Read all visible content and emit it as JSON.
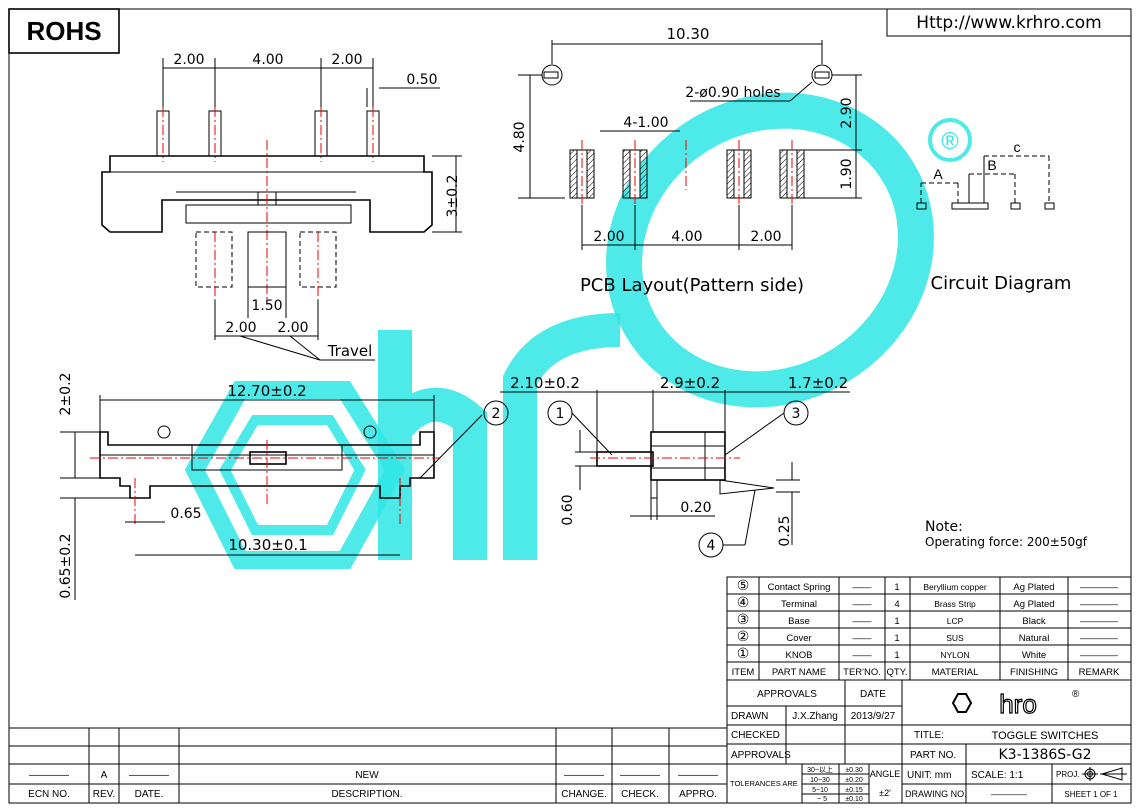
{
  "header": {
    "rohs": "ROHS",
    "url": "Http://www.krhro.com"
  },
  "watermark": {
    "text": "hro",
    "registered": "®",
    "color": "#2fe6e6"
  },
  "side_view": {
    "dims": [
      "2.00",
      "4.00",
      "2.00",
      "0.50",
      "3±0.2",
      "1.50",
      "2.00",
      "2.00"
    ],
    "travel_label": "Travel"
  },
  "pcb_layout": {
    "width": "10.30",
    "holes": "2-ø0.90 holes",
    "height": "4.80",
    "top_offset": "2.90",
    "pad_height": "1.90",
    "pad_width": "4-1.00",
    "pitch": [
      "2.00",
      "4.00",
      "2.00"
    ],
    "caption": "PCB Layout(Pattern side)"
  },
  "circuit": {
    "labels": [
      "A",
      "B",
      "c"
    ],
    "caption": "Circuit Diagram"
  },
  "top_view": {
    "dims": [
      "2±0.2",
      "12.70±0.2",
      "0.65",
      "10.30±0.1",
      "0.65±0.2"
    ],
    "callout": "2"
  },
  "end_view": {
    "dims": [
      "2.10±0.2",
      "2.9±0.2",
      "1.7±0.2",
      "0.60",
      "0.20",
      "0.25"
    ],
    "callouts": [
      "1",
      "3",
      "4"
    ]
  },
  "note": {
    "title": "Note:",
    "text": "Operating force: 200±50gf"
  },
  "bom": {
    "rows": [
      {
        "item": "⑤",
        "part": "Contact Spring",
        "ter": "——",
        "qty": "1",
        "material": "Beryllium copper",
        "finishing": "Ag Plated",
        "remark": "————"
      },
      {
        "item": "④",
        "part": "Terminal",
        "ter": "——",
        "qty": "4",
        "material": "Brass Strip",
        "finishing": "Ag Plated",
        "remark": "————"
      },
      {
        "item": "③",
        "part": "Base",
        "ter": "——",
        "qty": "1",
        "material": "LCP",
        "finishing": "Black",
        "remark": "————"
      },
      {
        "item": "②",
        "part": "Cover",
        "ter": "——",
        "qty": "1",
        "material": "SUS",
        "finishing": "Natural",
        "remark": "————"
      },
      {
        "item": "①",
        "part": "KNOB",
        "ter": "——",
        "qty": "1",
        "material": "NYLON",
        "finishing": "White",
        "remark": "————"
      }
    ],
    "headers": [
      "ITEM",
      "PART NAME",
      "TER'NO.",
      "QTY.",
      "MATERIAL",
      "FINISHING",
      "REMARK"
    ]
  },
  "title_block": {
    "approvals": "APPROVALS",
    "date": "DATE",
    "drawn": "DRAWN",
    "drawn_by": "J.X.Zhang",
    "drawn_date": "2013/9/27",
    "checked": "CHECKED",
    "approvals2": "APPROVALS",
    "tolerances": "TOLERANCES ARE",
    "tol_rows": [
      [
        "30~以上",
        "±0.30"
      ],
      [
        "10~30",
        "±0.20"
      ],
      [
        "5~10",
        "±0.15"
      ],
      [
        "~ 5",
        "±0.10"
      ]
    ],
    "angle": "ANGLE",
    "angle_val": "±2'",
    "logo": "hro",
    "title_label": "TITLE:",
    "title": "TOGGLE SWITCHES",
    "part_label": "PART NO.",
    "part_no": "K3-1386S-G2",
    "unit": "UNIT: mm",
    "scale": "SCALE:  1:1",
    "proj": "PROJ.",
    "drawing_no": "DRAWING NO.",
    "drawing_val": "————",
    "sheet": "SHEET  1 OF 1"
  },
  "revision": {
    "row": {
      "ecn": "————",
      "rev": "A",
      "date": "————",
      "desc": "NEW",
      "change": "————",
      "check": "————",
      "appro": "————"
    },
    "headers": [
      "ECN NO.",
      "REV.",
      "DATE.",
      "DESCRIPTION.",
      "CHANGE.",
      "CHECK.",
      "APPRO."
    ]
  }
}
